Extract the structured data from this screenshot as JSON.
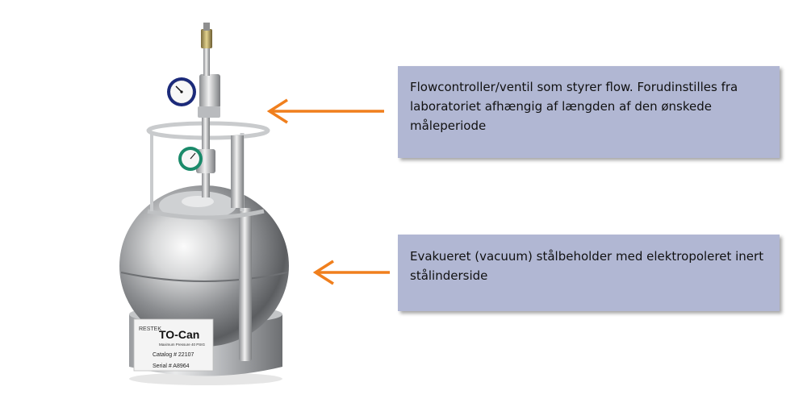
{
  "callouts": [
    {
      "text": "Flowcontroller/ventil som styrer flow. Forudinstilles fra laboratoriet afhængig af længden af den ønskede måleperiode"
    },
    {
      "text": "Evakueret (vacuum) stålbeholder med elektropoleret inert stålinderside"
    }
  ],
  "canister_label": {
    "brand": "RESTEK",
    "product": "TO-Can",
    "pressure": "Maximum Pressure 40 PSIG",
    "catalog": "Catalog # 22107",
    "serial": "Serial # A8964"
  },
  "colors": {
    "arrow": "#f07f1d",
    "callout_bg": "#b1b7d3"
  },
  "icons": [
    "arrow-left-icon",
    "pressure-gauge-icon",
    "vacuum-gauge-icon"
  ]
}
